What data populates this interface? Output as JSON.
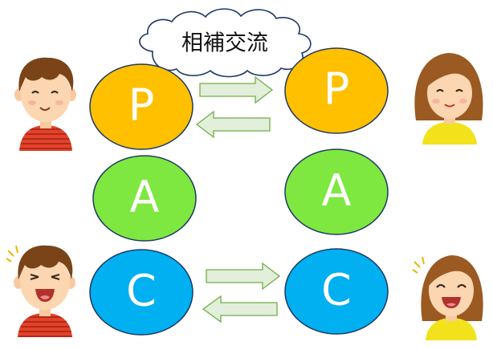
{
  "title": "相補交流",
  "states": {
    "p": {
      "label": "P",
      "color": "#FFC000"
    },
    "a": {
      "label": "A",
      "color": "#7EE840"
    },
    "c": {
      "label": "C",
      "color": "#00B0F0"
    }
  },
  "colors": {
    "ellipse_stroke": "#1F3864",
    "arrow_fill": "#E2EFDA",
    "arrow_stroke": "#70AD47",
    "boy_shirt": "#E2432B",
    "girl_shirt": "#F2E21C",
    "hair": "#7A4418"
  },
  "people": {
    "left_top": "boy-neutral",
    "right_top": "girl-neutral",
    "left_bottom": "boy-laughing",
    "right_bottom": "girl-laughing"
  }
}
